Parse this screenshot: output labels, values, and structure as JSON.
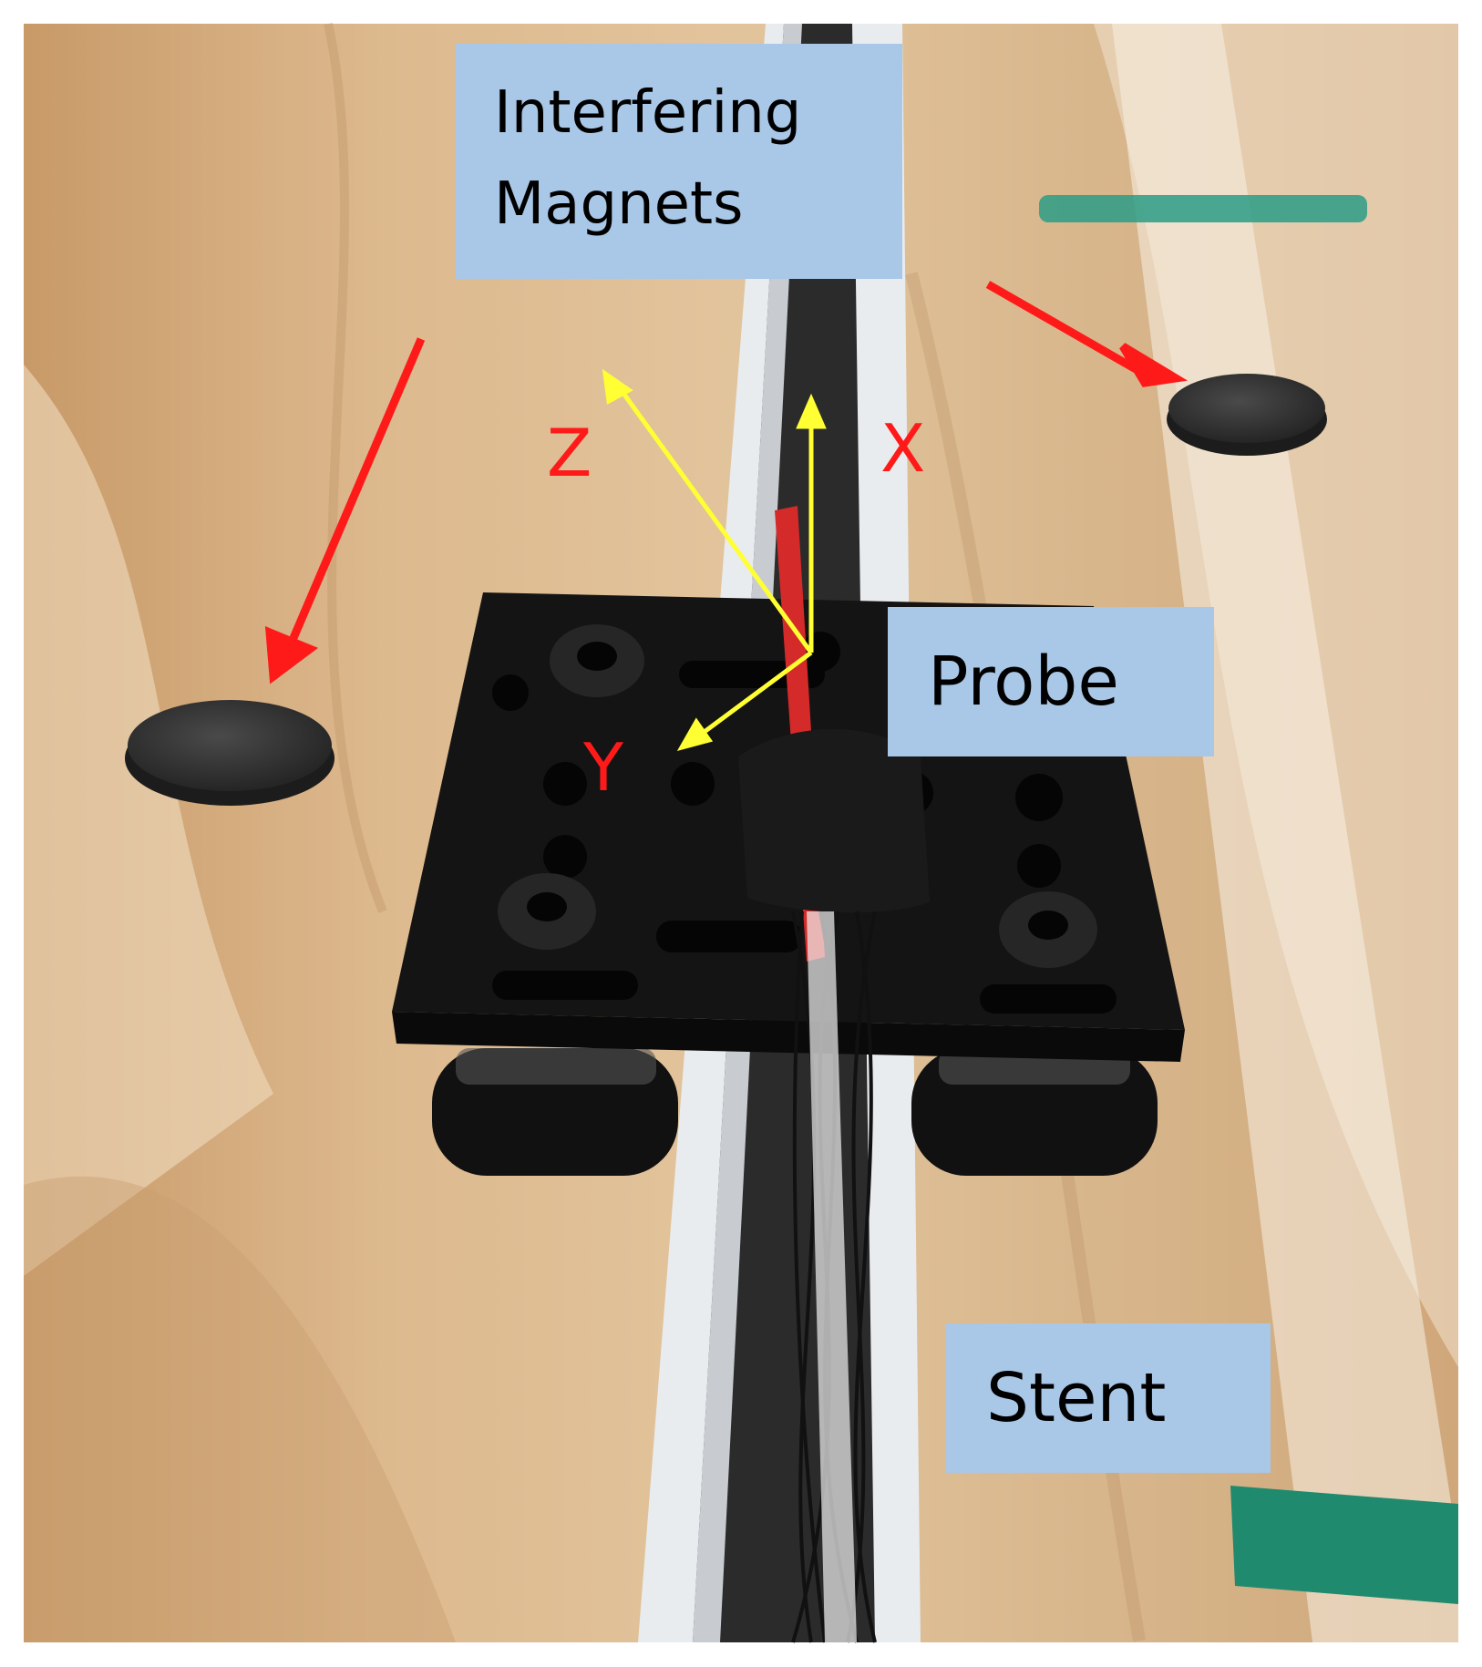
{
  "callouts": {
    "magnets": [
      "Interfering",
      "Magnets"
    ],
    "probe": "Probe",
    "stent": "Stent"
  },
  "axes": {
    "z": "Z",
    "x": "X",
    "y": "Y"
  },
  "colors": {
    "callout_fill": "#a9c7e6",
    "axis_arrow": "#ffff33",
    "pointer_arrow": "#ff1a1a",
    "wood": "#d7b48a"
  }
}
